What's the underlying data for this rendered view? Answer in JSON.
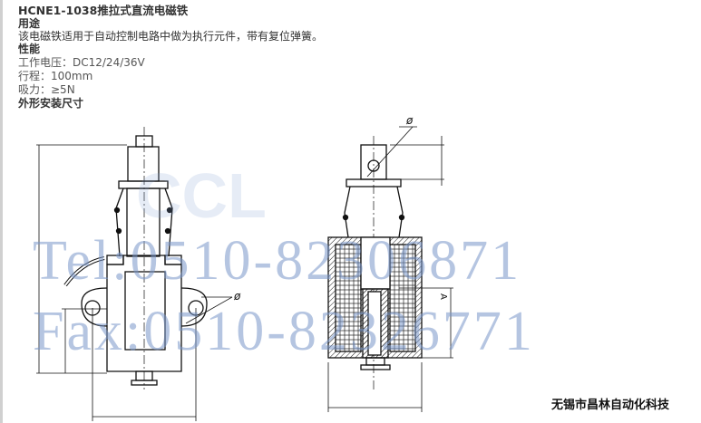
{
  "product": {
    "title": "HCNE1-1038推拉式直流电磁铁",
    "usage_heading": "用途",
    "usage_text": "该电磁铁适用于自动控制电路中做为执行元件，带有复位弹簧。",
    "performance_heading": "性能",
    "specs": [
      "工作电压：DC12/24/36V",
      "行程：100mm",
      "吸力：≥5N"
    ],
    "dimensions_heading": "外形安装尺寸"
  },
  "drawing": {
    "diameter_symbol": "ø",
    "stroke_symbol": "A"
  },
  "watermark": {
    "tel": "Tel:0510-82306871",
    "fax": "Fax:0510-82326771",
    "logo": "CCL"
  },
  "company": "无锡市昌林自动化科技"
}
